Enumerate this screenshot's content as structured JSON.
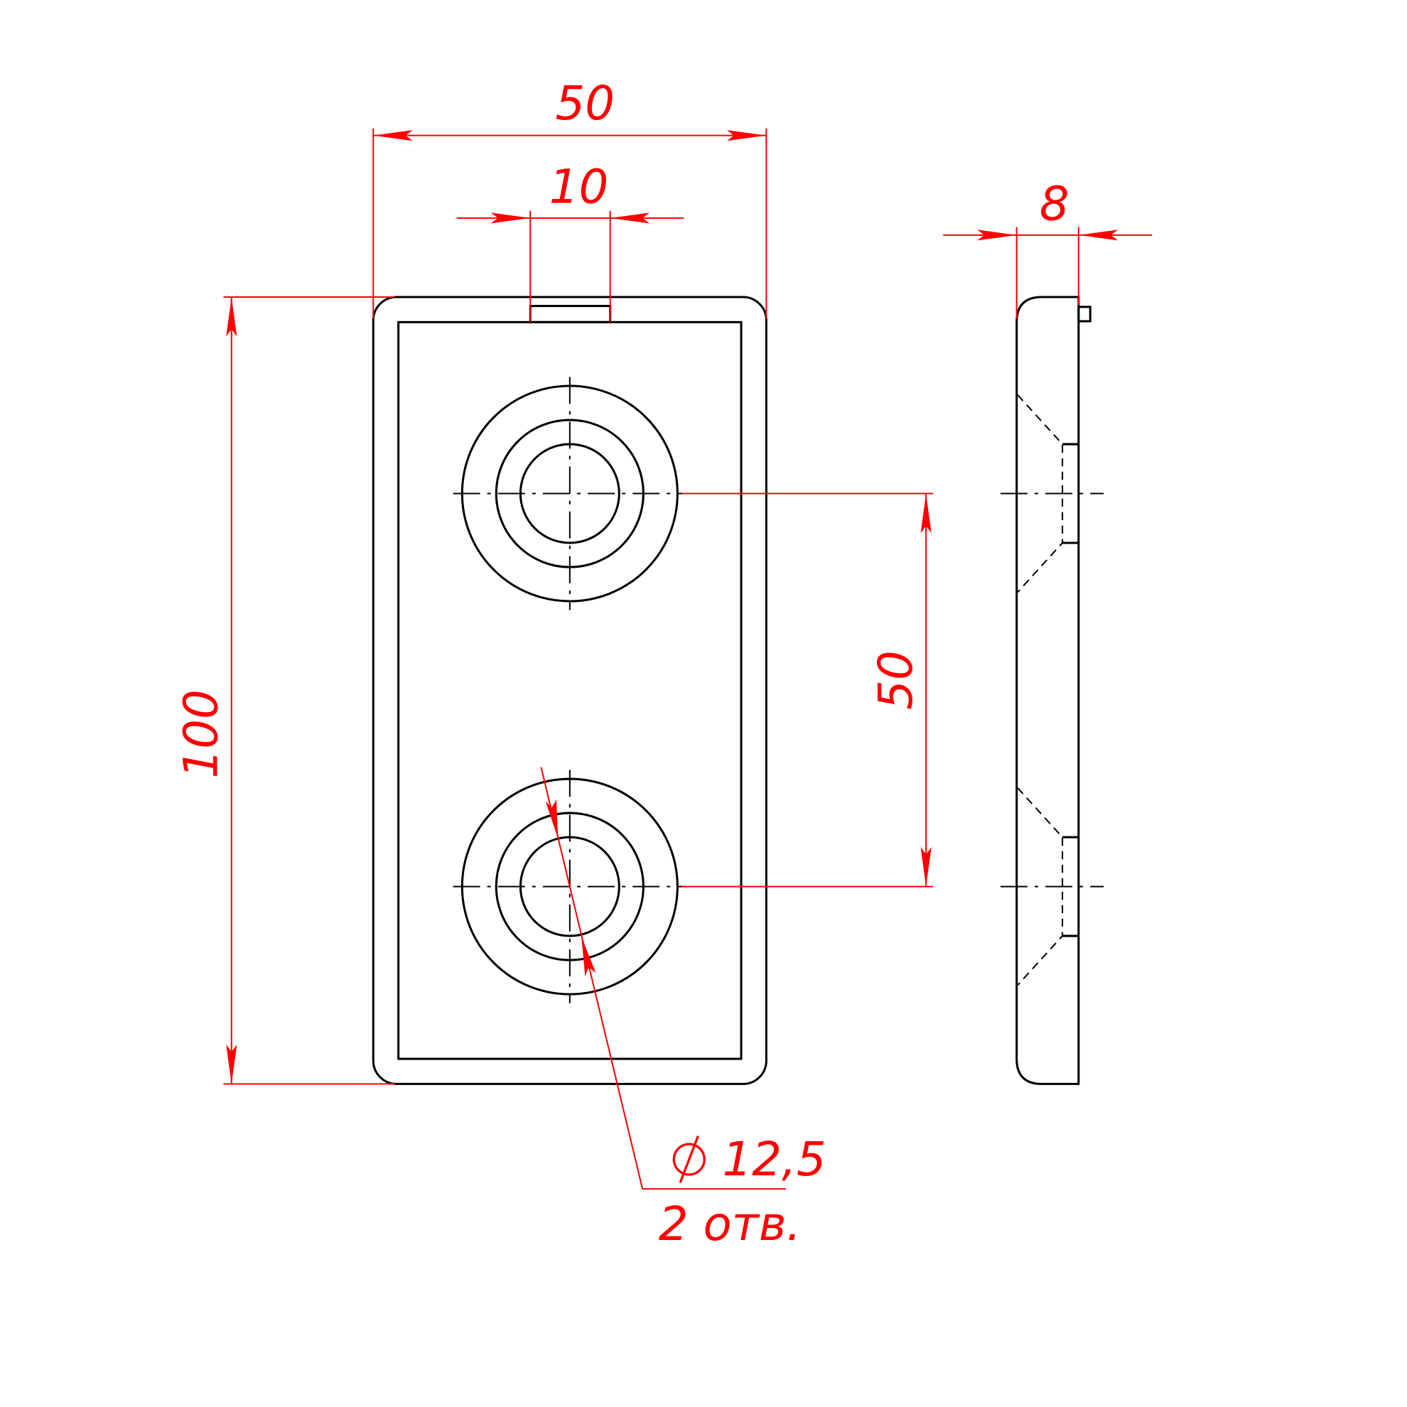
{
  "drawing": {
    "colors": {
      "outline": "#000000",
      "dimension": "#ff0000"
    },
    "dimensions": {
      "overall_width": "50",
      "tab_width": "10",
      "thickness": "8",
      "overall_height": "100",
      "hole_spacing": "50",
      "hole_diameter": "12,5",
      "hole_count_note": "2 отв."
    }
  }
}
